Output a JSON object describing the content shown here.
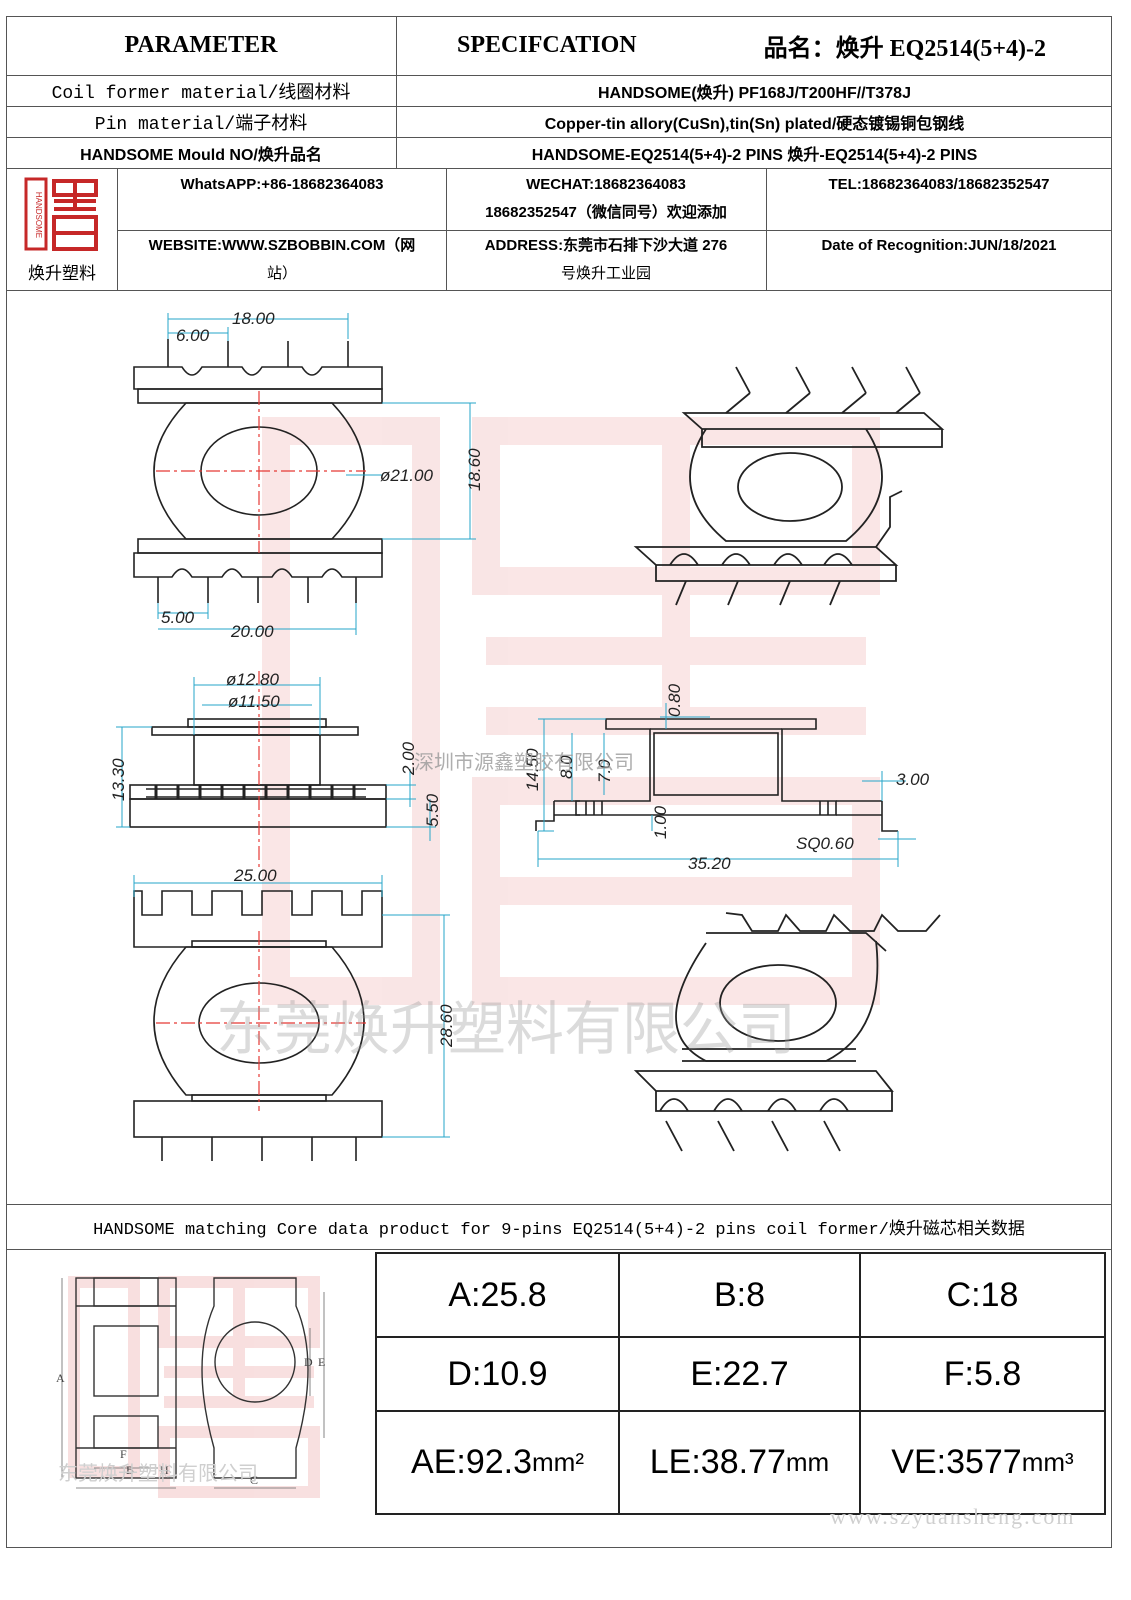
{
  "header": {
    "parameter": "PARAMETER",
    "specification": "SPECIFCATION",
    "product_name_label": "品名：",
    "product_name": "焕升 EQ2514(5+4)-2"
  },
  "rows": [
    {
      "label": "Coil former material/线圈材料",
      "value": "HANDSOME(焕升)   PF168J/T200HF//T378J"
    },
    {
      "label": "Pin material/端子材料",
      "value": "Copper-tin allory(CuSn),tin(Sn) plated/硬态镀锡铜包钢线"
    },
    {
      "label": "HANDSOME Mould NO/焕升品名",
      "value": "HANDSOME-EQ2514(5+4)-2 PINS    焕升-EQ2514(5+4)-2 PINS"
    }
  ],
  "contact": {
    "logo_caption": "焕升塑料",
    "logo_mark": "HANDSOME",
    "whatsapp": "WhatsAPP:+86-18682364083",
    "wechat_line1": "WECHAT:18682364083",
    "wechat_line2": "18682352547（微信同号）欢迎添加",
    "tel": "TEL:18682364083/18682352547",
    "website_line1": "WEBSITE:WWW.SZBOBBIN.COM（网",
    "website_line2": "站）",
    "address_line1": "ADDRESS:东莞市石排下沙大道 276",
    "address_line2": "号焕升工业园",
    "date": "Date of Recognition:JUN/18/2021"
  },
  "dimensions": {
    "top_pitch": "6.00",
    "top_width": "18.00",
    "flange_dia": "ø21.00",
    "flange_height": "18.60",
    "bottom_pitch": "5.00",
    "bottom_width": "20.00",
    "outer_dia": "ø12.80",
    "inner_dia": "ø11.50",
    "overall_height": "13.30",
    "flange_thk": "2.00",
    "base_height": "5.50",
    "wall": "0.80",
    "side_total": "14.50",
    "winding_8": "8.0",
    "winding_7": "7.0",
    "pin_offset": "1.00",
    "pin_len": "3.00",
    "pin_sq": "SQ0.60",
    "pin_span": "35.20",
    "base_width": "25.00",
    "base_depth": "28.60"
  },
  "watermarks": {
    "company_center": "深圳市源鑫塑胶有限公司",
    "company_big": "东莞焕升塑料有限公司",
    "company_small": "东莞焕升塑料有限公司",
    "site": "www.szyuansheng.com"
  },
  "core": {
    "title": "HANDSOME matching Core data  product for 9-pins EQ2514(5+4)-2 pins coil former/焕升磁芯相关数据",
    "letters": {
      "a": "A",
      "b": "B",
      "c": "C",
      "d": "D",
      "e": "E",
      "f": "F",
      "h": "H"
    },
    "cells": [
      {
        "text": "A:25.8",
        "unit": ""
      },
      {
        "text": "B:8",
        "unit": ""
      },
      {
        "text": "C:18",
        "unit": ""
      },
      {
        "text": "D:10.9",
        "unit": ""
      },
      {
        "text": "E:22.7",
        "unit": ""
      },
      {
        "text": "F:5.8",
        "unit": ""
      },
      {
        "text": "AE:92.3",
        "unit": "mm²"
      },
      {
        "text": "LE:38.77",
        "unit": "mm"
      },
      {
        "text": "VE:3577",
        "unit": "mm³"
      }
    ]
  }
}
